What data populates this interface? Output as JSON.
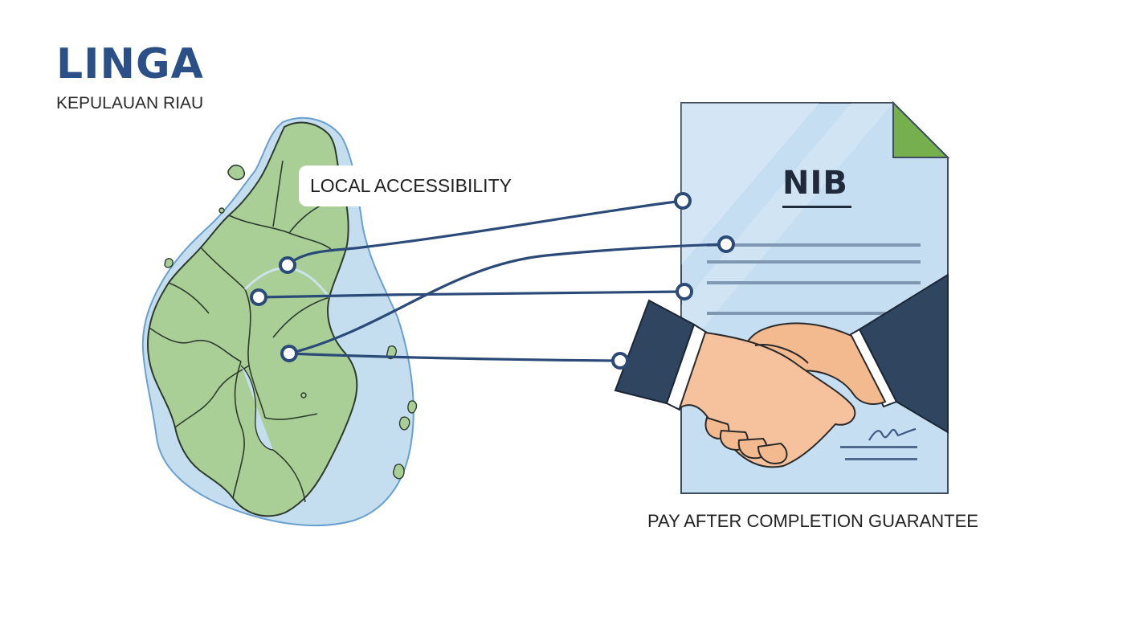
{
  "header": {
    "title": "LINGA",
    "subtitle": "KEPULAUAN RIAU"
  },
  "map": {
    "callout_label": "LOCAL ACCESSIBILITY"
  },
  "document": {
    "title": "NIB"
  },
  "caption": "PAY AFTER COMPLETION GUARANTEE",
  "colors": {
    "brand_blue": "#2b5088",
    "land_green": "#a9cf97",
    "water_blue": "#c4def0",
    "document_blue": "#c6def2",
    "corner_green": "#76b04e",
    "sleeve_navy": "#2f4560",
    "skin": "#f3b98f"
  }
}
